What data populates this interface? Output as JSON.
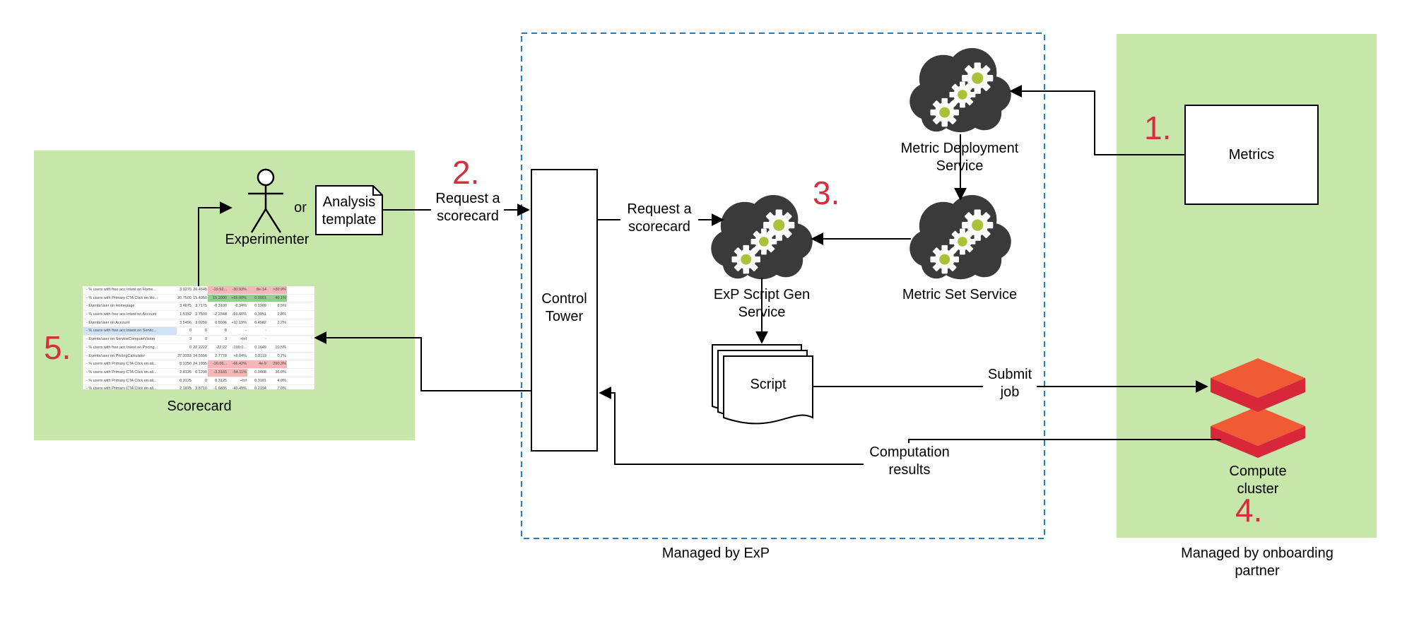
{
  "steps": {
    "one": "1.",
    "two": "2.",
    "three": "3.",
    "four": "4.",
    "five": "5."
  },
  "labels": {
    "experimenter": "Experimenter",
    "or": "or",
    "analysis_template": "Analysis template",
    "scorecard": "Scorecard",
    "request_scorecard_1": "Request a scorecard",
    "request_scorecard_2": "Request a scorecard",
    "control_tower": "Control Tower",
    "exp_script_gen_service": "ExP Script Gen Service",
    "metric_deployment_service": "Metric Deployment Service",
    "metric_set_service": "Metric Set Service",
    "script": "Script",
    "metrics": "Metrics",
    "submit_job": "Submit job",
    "computation_results": "Computation results",
    "compute_cluster": "Compute cluster",
    "managed_by_exp": "Managed by ExP",
    "managed_by_partner": "Managed by onboarding partner"
  },
  "colors": {
    "green_region": "#c6e6aa",
    "step_number": "#d32f3f",
    "cloud": "#3a3a3a",
    "gear": "#ffffff",
    "gear_center": "#a8c23a",
    "dash_border": "#1e7fc6",
    "cluster_top": "#f05a35",
    "cluster_side": "#d8263a"
  },
  "icons": {
    "person": "stick-figure-icon",
    "document": "document-icon",
    "cloud_service": "cloud-gears-icon",
    "script_stack": "document-stack-icon",
    "cluster": "stacked-layers-icon"
  },
  "scorecard_table": {
    "rows": [
      [
        "- % users with free acc intent on Home...",
        "3.0270",
        "20.4545",
        "-19.92...",
        "-30.93%",
        "8e-14",
        ">30.9%"
      ],
      [
        "- % users with Primary CTA Click on Ho...",
        "20.7500",
        "15.4050",
        "15.2000",
        "+65.00%",
        "0.0001",
        "40.1%"
      ],
      [
        "- Events/user on Homepage",
        "3.4075",
        "3.7175",
        "-0.3100",
        "-8.34%",
        "0.1909",
        "8.5%"
      ],
      [
        "- % users with free acc intent on Account",
        "1.5152",
        "3.7500",
        "-2.2348",
        "-59.60%",
        "0.3951",
        "2.8%"
      ],
      [
        "- Events/user on Account",
        "3.5456",
        "3.0250",
        "0.5506",
        "+11.19%",
        "0.4582",
        "2.2%"
      ],
      [
        "- % users with free acc intent on Servic...",
        "0",
        "0",
        "0",
        "-",
        "-",
        ""
      ],
      [
        "- Events/user on ServiceComputeVision",
        "3",
        "0",
        "3",
        "+Inf",
        "-",
        ""
      ],
      [
        "- % users with free acc intent on Pricing...",
        "0",
        "22.2222",
        "-22.22",
        "-100.0...",
        "0.1649",
        "10.5%"
      ],
      [
        "- Events/user on PricingCalculator",
        "37.3333",
        "34.5556",
        "2.7778",
        "+8.04%",
        "0.8119",
        "0.7%"
      ],
      [
        "- % users with Primary CTA Click on all...",
        "8.1250",
        "24.1935",
        "-16.06...",
        "-66.42%",
        "4e-9",
        "290.3%"
      ],
      [
        "- % users with Primary CTA Click on all...",
        "2.8125",
        "6.1290",
        "-3.3165",
        "-54.11%",
        "0.0468",
        "36.0%"
      ],
      [
        "- % users with Primary CTA Click on all...",
        "0.3125",
        "0",
        "0.3125",
        "+Inf",
        "0.3181",
        "4.0%"
      ],
      [
        "- % users with Primary CTA Click on all...",
        "2.1875",
        "3.8710",
        "-1.6835",
        "-43.49%",
        "0.2194",
        "7.0%"
      ]
    ]
  }
}
